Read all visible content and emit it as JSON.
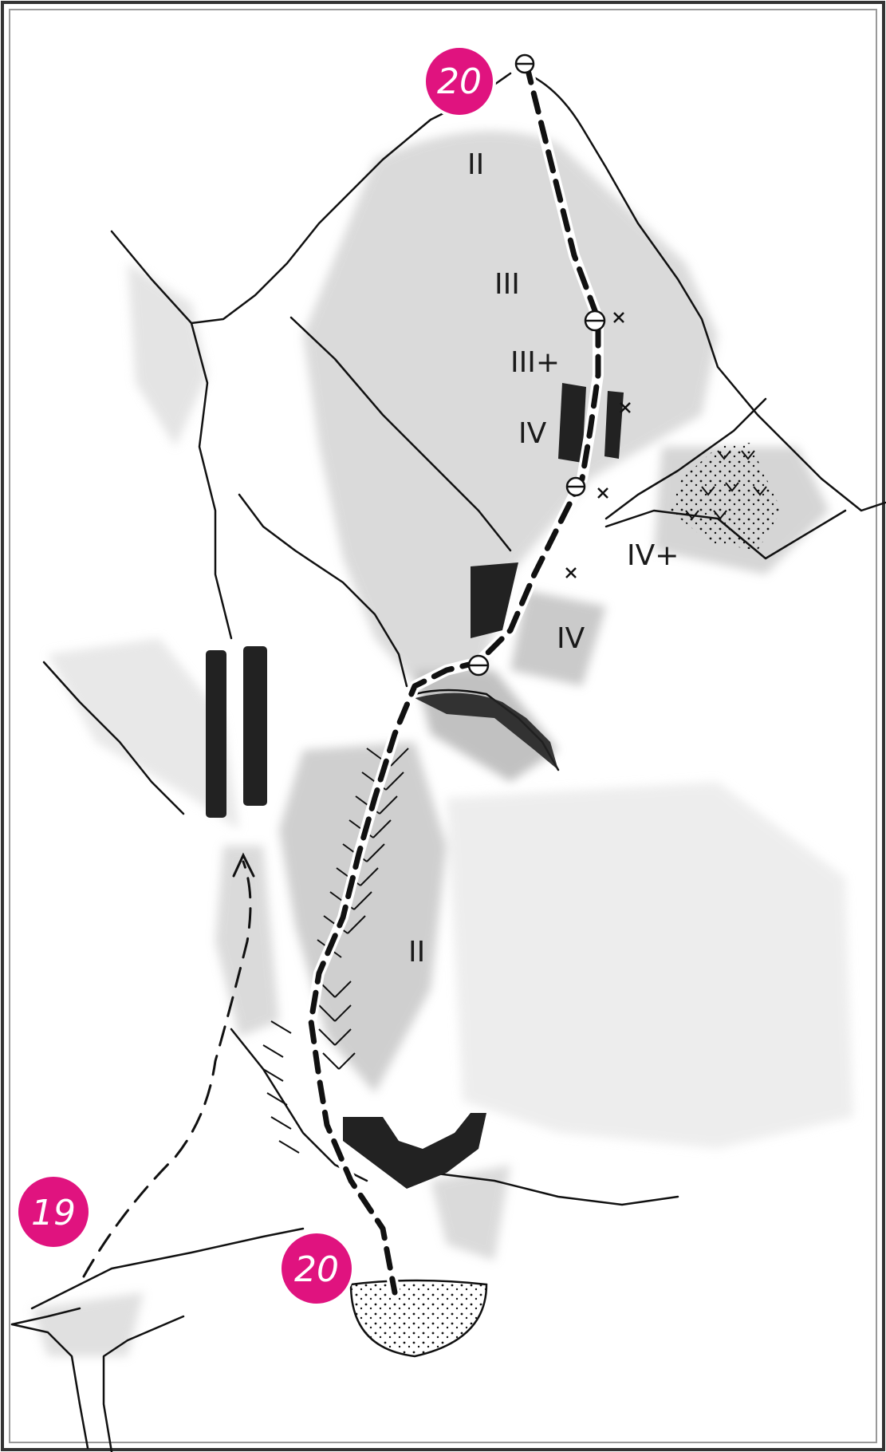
{
  "topo": {
    "route_badges": [
      {
        "id": "top",
        "label": "20"
      },
      {
        "id": "bottom",
        "label": "20"
      },
      {
        "id": "left",
        "label": "19"
      }
    ],
    "grades": [
      "II",
      "III",
      "III+",
      "IV",
      "IV+",
      "IV",
      "II"
    ],
    "route_color": "#111111",
    "badge_color": "#e0137f",
    "rock_shade_color": "#333333"
  }
}
